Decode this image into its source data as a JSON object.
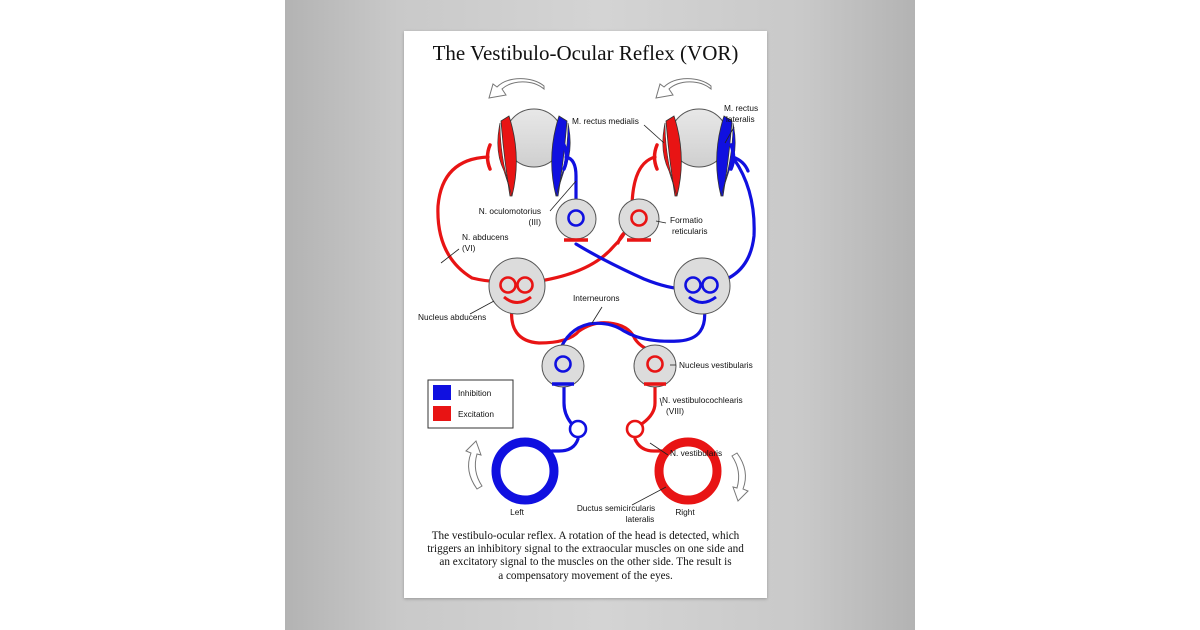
{
  "poster": {
    "title": "The Vestibulo-Ocular Reflex (VOR)",
    "caption_lines": [
      "The vestibulo-ocular reflex. A rotation of the head is detected, which",
      "triggers an inhibitory signal to the extraocular muscles on one side and",
      "an excitatory signal to the muscles on the other side. The result is",
      "a compensatory movement of the eyes."
    ]
  },
  "legend": {
    "inhibition": "Inhibition",
    "excitation": "Excitation"
  },
  "labels": {
    "m_rectus_medialis": "M. rectus medialis",
    "m_rectus_lateralis_1": "M. rectus",
    "m_rectus_lateralis_2": "lateralis",
    "n_oculomotorius_1": "N. oculomotorius",
    "n_oculomotorius_2": "(III)",
    "formatio_1": "Formatio",
    "formatio_2": "reticularis",
    "n_abducens_1": "N. abducens",
    "n_abducens_2": "(VI)",
    "interneurons": "Interneurons",
    "nucleus_abducens": "Nucleus abducens",
    "nucleus_vestibularis": "Nucleus vestibularis",
    "n_vestibulocochlearis_1": "N. vestibulocochlearis",
    "n_vestibulocochlearis_2": "(VIII)",
    "n_vestibularis": "N. vestibularis",
    "ductus_1": "Ductus semicircularis",
    "ductus_2": "lateralis",
    "left": "Left",
    "right": "Right"
  },
  "colors": {
    "inhibition": "#1010e0",
    "excitation": "#e81414",
    "nucleus_fill": "#dcdcdc",
    "wall": "#c8c8c8"
  }
}
